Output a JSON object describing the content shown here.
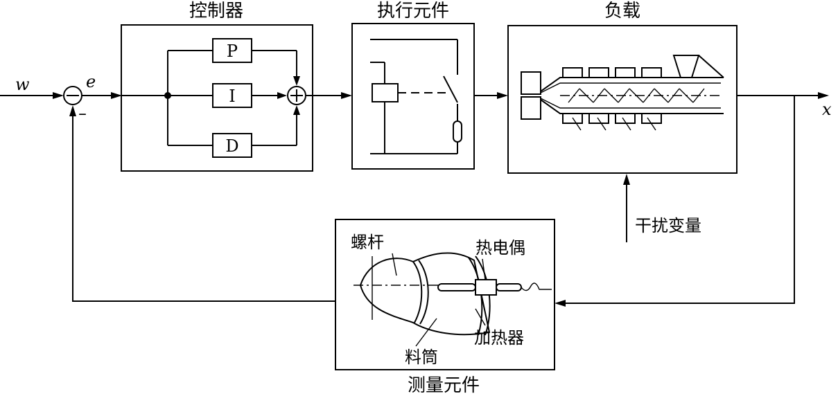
{
  "blocks": {
    "controller": "控制器",
    "actuator": "执行元件",
    "load": "负载",
    "measuring": "测量元件"
  },
  "pid": {
    "p": "P",
    "i": "I",
    "d": "D"
  },
  "signals": {
    "w": "w",
    "e": "e",
    "x": "x",
    "minus": "–"
  },
  "disturbance": "干扰变量",
  "sensor_parts": {
    "screw": "螺杆",
    "thermocouple": "热电偶",
    "heater": "加热器",
    "barrel": "料筒"
  }
}
